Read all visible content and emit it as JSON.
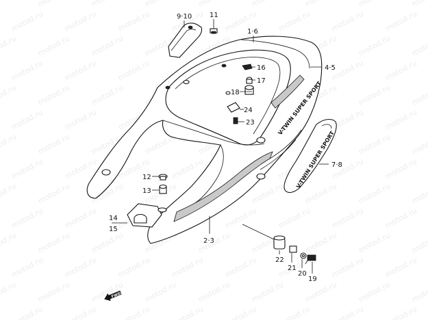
{
  "watermark": "motod.ru",
  "decal_text": "V-TWIN SUPER SPORT",
  "fwd_label": "FWD",
  "callouts": [
    {
      "id": "c-9-10",
      "text": "9·10"
    },
    {
      "id": "c-11",
      "text": "11"
    },
    {
      "id": "c-1-6",
      "text": "1·6"
    },
    {
      "id": "c-16",
      "text": "16"
    },
    {
      "id": "c-4-5",
      "text": "4·5"
    },
    {
      "id": "c-17",
      "text": "17"
    },
    {
      "id": "c-18",
      "text": "18"
    },
    {
      "id": "c-24",
      "text": "24"
    },
    {
      "id": "c-23",
      "text": "23"
    },
    {
      "id": "c-7-8",
      "text": "7·8"
    },
    {
      "id": "c-12",
      "text": "12"
    },
    {
      "id": "c-13",
      "text": "13"
    },
    {
      "id": "c-14",
      "text": "14"
    },
    {
      "id": "c-15",
      "text": "15"
    },
    {
      "id": "c-2-3",
      "text": "2·3"
    },
    {
      "id": "c-22",
      "text": "22"
    },
    {
      "id": "c-21",
      "text": "21"
    },
    {
      "id": "c-20",
      "text": "20"
    },
    {
      "id": "c-19",
      "text": "19"
    }
  ]
}
